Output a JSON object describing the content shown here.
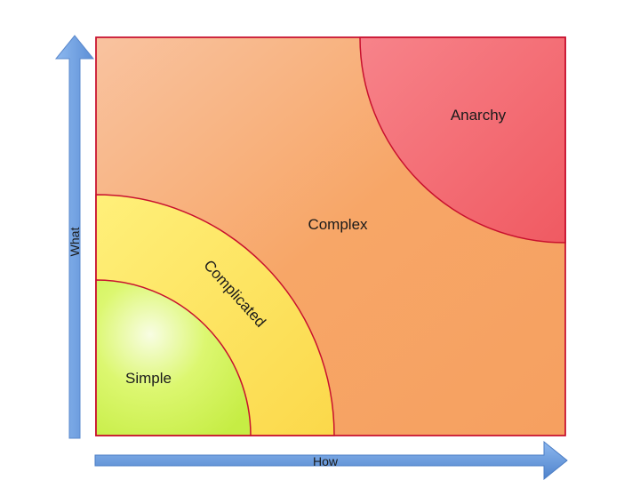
{
  "axes": {
    "x_label": "How",
    "y_label": "What"
  },
  "regions": {
    "simple": "Simple",
    "complicated": "Complicated",
    "complex": "Complex",
    "anarchy": "Anarchy"
  },
  "colors": {
    "axis_arrow": "#6f9fdc",
    "border": "#c8102e",
    "complex": "#f6a86a",
    "complicated": "#fbe25a",
    "simple": "#d8f564",
    "anarchy": "#f36a6e"
  }
}
